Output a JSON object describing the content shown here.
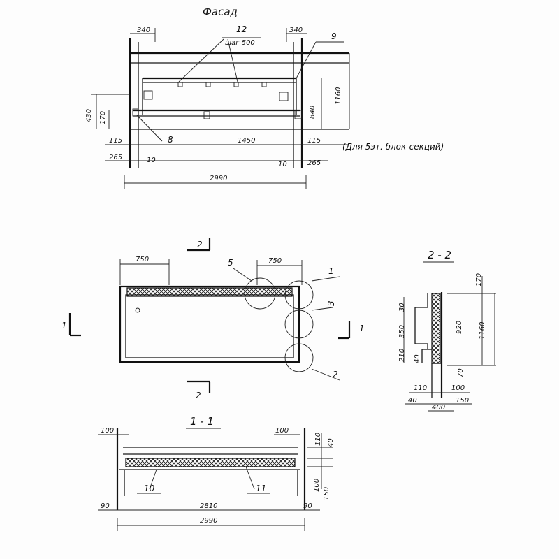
{
  "facade": {
    "title": "Фасад",
    "dims": {
      "d340_left": "340",
      "d340_right": "340",
      "pos12": "12",
      "step": "шаг 500",
      "pos9": "9",
      "d1160": "1160",
      "d840": "840",
      "d430": "430",
      "d170": "170",
      "d115_left": "115",
      "pos8": "8",
      "d1450": "1450",
      "d115_right": "115",
      "note": "(Для 5эт. блок-секций)",
      "d265_left": "265",
      "d10_left": "10",
      "d10_right": "10",
      "d265_right": "265",
      "d2990": "2990"
    }
  },
  "plan": {
    "d750_left": "750",
    "d750_right": "750",
    "pos5": "5",
    "pos1": "1",
    "pos3": "3",
    "pos2": "2",
    "cut2_top": "2",
    "cut2_bottom": "2",
    "cut1_left": "1",
    "cut1_right": "1"
  },
  "section22": {
    "title": "2 - 2",
    "d170": "170",
    "d30": "30",
    "d350": "350",
    "d920": "920",
    "d1160": "1160",
    "d210": "210",
    "d40_v": "40",
    "d70": "70",
    "d110": "110",
    "d100": "100",
    "d40_h": "40",
    "d150": "150",
    "d400": "400"
  },
  "section11": {
    "title": "1 - 1",
    "d100_left": "100",
    "d100_right": "100",
    "d110": "110",
    "d40": "40",
    "pos10": "10",
    "pos11": "11",
    "d100_side": "100",
    "d150": "150",
    "d90_left": "90",
    "d2810": "2810",
    "d90_right": "90",
    "d2990": "2990"
  }
}
